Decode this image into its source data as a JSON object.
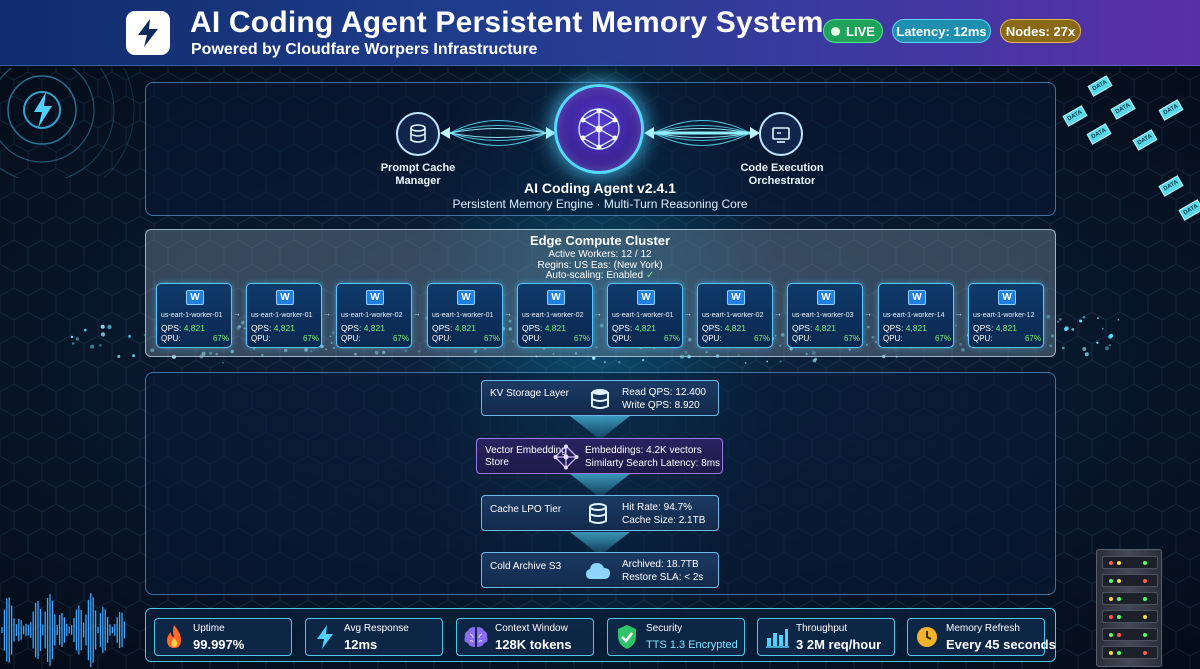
{
  "header": {
    "title": "AI Coding Agent Persistent Memory System",
    "subtitle": "Powered by Cloudfare Worpers Infrastructure",
    "logo_icon": "lightning-bolt-icon",
    "badges": {
      "live": "LIVE",
      "latency": "Latency: 12ms",
      "nodes": "Nodes: 27x"
    }
  },
  "core": {
    "title": "AI Coding Agent v2.4.1",
    "subtitle": "Persistent Memory Engine · Multi-Turn Reasoning Core",
    "left_node": "Prompt Cache Manager",
    "right_node": "Code Execution Orchestrator"
  },
  "cluster": {
    "title": "Edge Compute Cluster",
    "active_workers": "Active Workers: 12 / 12",
    "region": "Regins: US Eas: (New York)",
    "autoscaling": "Auto-scaling: Enabled",
    "workers": [
      {
        "name": "us-eart-1-worker-01",
        "qps_label": "QPS:",
        "qps": "4,821",
        "qpu_label": "QPU:",
        "qpu": "67%"
      },
      {
        "name": "us-eart-1-worker-01",
        "qps_label": "QPS:",
        "qps": "4,821",
        "qpu_label": "QPU:",
        "qpu": "67%"
      },
      {
        "name": "us-eart-1-worker-02",
        "qps_label": "QPS:",
        "qps": "4,821",
        "qpu_label": "QPU:",
        "qpu": "67%"
      },
      {
        "name": "us-eart-1-worker-01",
        "qps_label": "QPS:",
        "qps": "4,821",
        "qpu_label": "QPU:",
        "qpu": "67%"
      },
      {
        "name": "us-eart-1-worker-02",
        "qps_label": "QPS:",
        "qps": "4,821",
        "qpu_label": "QPU:",
        "qpu": "67%"
      },
      {
        "name": "us-eart-1-worker-01",
        "qps_label": "QPS:",
        "qps": "4,821",
        "qpu_label": "QPU:",
        "qpu": "67%"
      },
      {
        "name": "us-eart-1-worker-02",
        "qps_label": "QPS:",
        "qps": "4,821",
        "qpu_label": "QPU:",
        "qpu": "67%"
      },
      {
        "name": "us-eart-1-worker-03",
        "qps_label": "QPS:",
        "qps": "4,821",
        "qpu_label": "QPU:",
        "qpu": "67%"
      },
      {
        "name": "us-eart-1-worker-14",
        "qps_label": "QPS:",
        "qps": "4,821",
        "qpu_label": "QPU:",
        "qpu": "67%"
      },
      {
        "name": "us-eart-1-worker-12",
        "qps_label": "QPS:",
        "qps": "4,821",
        "qpu_label": "QPU:",
        "qpu": "67%"
      }
    ]
  },
  "storage": {
    "kv": {
      "name": "KV Storage Layer",
      "stat1": "Read QPS: 12.400",
      "stat2": "Write QPS: 8.920",
      "icon": "database-icon"
    },
    "vector": {
      "name1": "Vector Embedding",
      "name2": "Store",
      "stat1": "Embeddings: 4.2K vectors",
      "stat2": "Similarty Search Latency: 8ms",
      "icon": "network-graph-icon"
    },
    "cache": {
      "name": "Cache LPO Tier",
      "stat1": "Hit Rate: 94.7%",
      "stat2": "Cache Size: 2.1TB",
      "icon": "cylinder-icon"
    },
    "cold": {
      "name": "Cold Archive S3",
      "stat1": "Archived: 18.7TB",
      "stat2": "Restore SLA: < 2s",
      "icon": "cloud-icon"
    }
  },
  "metrics": [
    {
      "label": "Uptime",
      "value": "99.997%",
      "icon": "flame-icon"
    },
    {
      "label": "Avg Response",
      "value": "12ms",
      "icon": "lightning-icon"
    },
    {
      "label": "Context Window",
      "value": "128K tokens",
      "icon": "brain-icon"
    },
    {
      "label": "Security",
      "value": "TTS 1.3 Encrypted",
      "icon": "shield-check-icon"
    },
    {
      "label": "Throughput",
      "value": "3 2M req/hour",
      "icon": "bar-chart-icon"
    },
    {
      "label": "Memory Refresh",
      "value": "Every 45 seconds",
      "icon": "clock-icon"
    }
  ],
  "decor": {
    "data_chip": "DATA"
  },
  "colors": {
    "accent_cyan": "#56d8ff",
    "live_green": "#1fa35a",
    "latency_teal": "#1f8fb0",
    "nodes_gold": "#8a6a18",
    "value_green": "#7cf07a"
  }
}
